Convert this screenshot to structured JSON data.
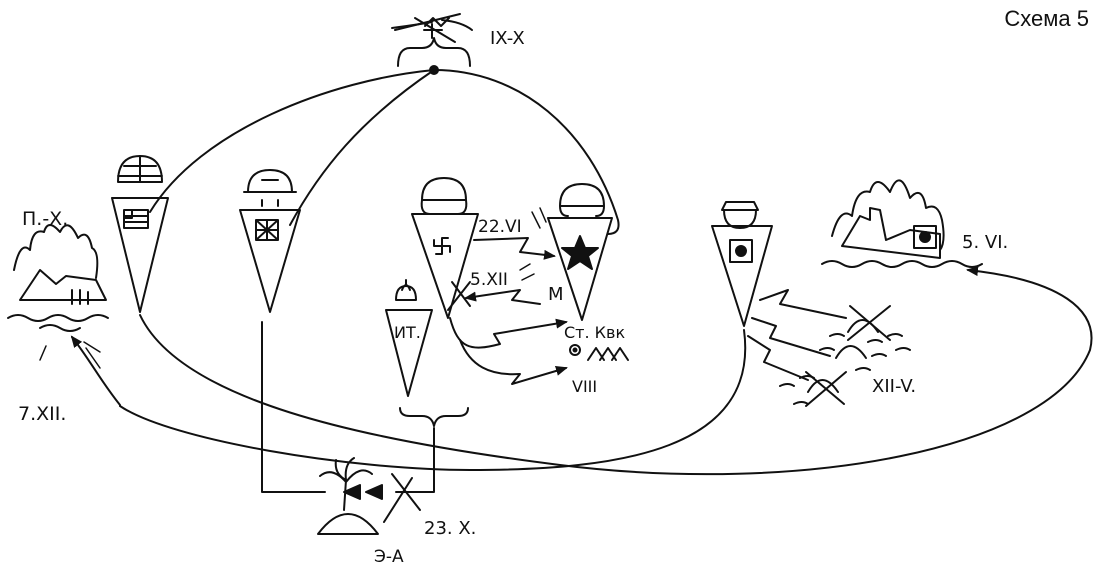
{
  "title": "Схема 5",
  "labels": {
    "date_top": "IX-X",
    "date_left_upper": "П.-Х.",
    "date_left_lower": "7.XII.",
    "date_attack_ussr": "22.VI",
    "date_counter": "5.XII",
    "moscow": "М",
    "italy": "ИТ.",
    "caucasus": "Ст. Квк",
    "month_viii": "VIII",
    "date_bottom": "23. Х.",
    "el_alamein": "Э-А",
    "midway": "5. VI.",
    "pacific_range": "XII-V."
  }
}
